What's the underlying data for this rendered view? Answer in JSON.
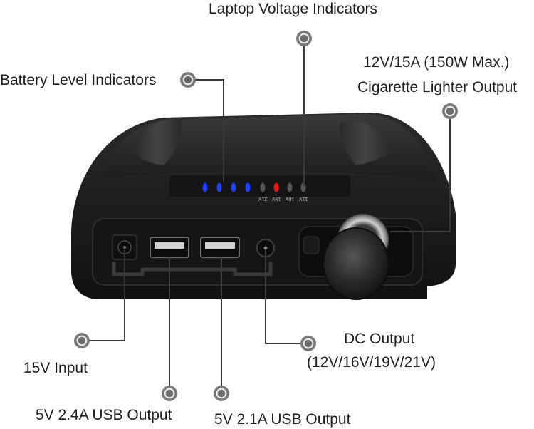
{
  "callouts": {
    "laptop_voltage": "Laptop Voltage Indicators",
    "battery_level": "Battery Level Indicators",
    "cig_line1": "12V/15A (150W Max.)",
    "cig_line2": "Cigarette Lighter Output",
    "input_15v": "15V Input",
    "usb_24": "5V 2.4A USB Output",
    "usb_21": "5V 2.1A USB Output",
    "dc_line1": "DC Output",
    "dc_line2": "(12V/16V/19V/21V)"
  },
  "device": {
    "voltage_labels": [
      "21V",
      "19V",
      "16V",
      "12V"
    ],
    "active_voltage": "19V",
    "battery_leds_lit": 4,
    "battery_leds_total": 4
  },
  "colors": {
    "device_body": "#1f1f21",
    "battery_led": "#2040ff",
    "voltage_led_active": "#e01818",
    "voltage_led_inactive": "#555555",
    "callout_line": "#3a3a3a"
  }
}
